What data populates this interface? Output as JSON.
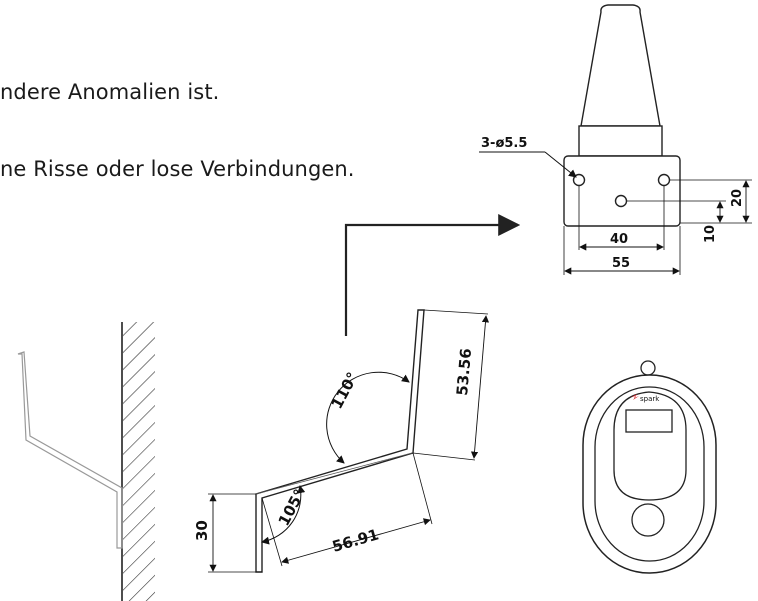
{
  "text_lines": [
    "ndere Anomalien ist.",
    "ne Risse oder lose Verbindungen."
  ],
  "bracket_top": {
    "hole_label": "3-ø5.5",
    "dim_40": "40",
    "dim_55": "55",
    "dim_20": "20",
    "dim_10": "10"
  },
  "bracket_side": {
    "angle_110": "110°",
    "angle_105": "105°",
    "dim_53_56": "53.56",
    "dim_56_91": "56.91",
    "dim_30": "30"
  },
  "device": {
    "brand": "spark"
  }
}
